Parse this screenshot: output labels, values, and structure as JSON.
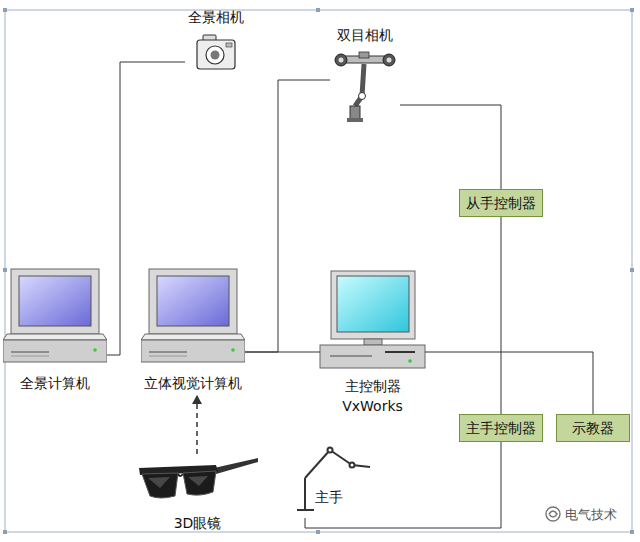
{
  "diagram": {
    "nodes": [
      {
        "text": [
          "全景相机"
        ]
      },
      {
        "text": [
          "双目相机"
        ]
      },
      {
        "text": [
          "全景计算机"
        ]
      },
      {
        "text": [
          "立体视觉计算机"
        ]
      },
      {
        "text": [
          "主控制器 VxWorks"
        ]
      },
      {
        "text": [
          "从手控制器"
        ]
      },
      {
        "text": [
          "主手控制器"
        ]
      },
      {
        "text": [
          "示教器"
        ]
      },
      {
        "text": [
          "3D眼镜"
        ]
      },
      {
        "text": [
          "主手"
        ]
      }
    ],
    "edges": [
      {
        "from": 0,
        "to": 2,
        "arrow": "none"
      },
      {
        "from": 1,
        "to": 3,
        "arrow": "none"
      },
      {
        "from": 3,
        "to": 4,
        "arrow": "none"
      },
      {
        "from": 1,
        "to": 5,
        "arrow": "none"
      },
      {
        "from": 5,
        "to": 6,
        "arrow": "none"
      },
      {
        "from": 4,
        "to": 7,
        "arrow": "none"
      },
      {
        "from": 6,
        "to": 9,
        "arrow": "none"
      },
      {
        "from": 8,
        "to": 3,
        "arrow": "to"
      }
    ],
    "labels": [
      "电气技术"
    ]
  }
}
